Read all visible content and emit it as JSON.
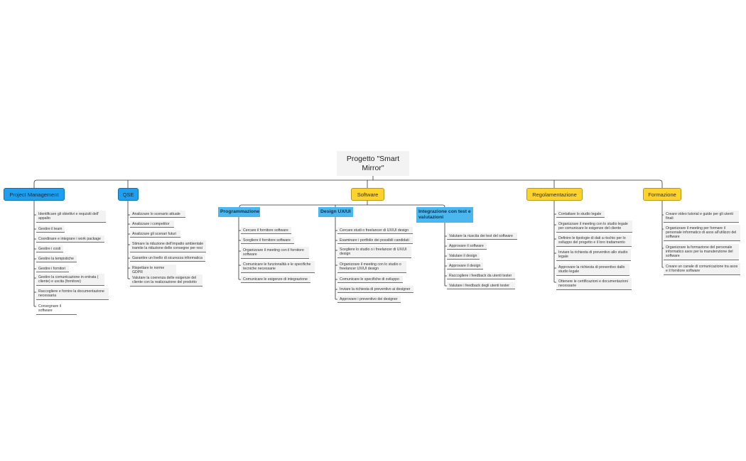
{
  "root": {
    "label": "Progetto \"Smart Mirror\""
  },
  "branches": [
    {
      "label": "Project Management",
      "color": "#1ea0ef",
      "items": [
        "Identificare gli obiettivi e requisiti dell' appalto",
        "Gestire il team",
        "Coordinare e integrare i work package",
        "Gestire i costi",
        "Gestire la tempistiche",
        "Gestire i fornitori",
        "Gestire la comunicazione in entrata ( cliente) e uscita (fornitore)",
        "Raccogliere e fornire la documentazione necessaria",
        "Consegnare il software"
      ]
    },
    {
      "label": "QSE",
      "color": "#1ea0ef",
      "items": [
        "Analizzare lo scenario attuale",
        "Analizzare i competitor",
        "Analizzare gli scenari futuri",
        "Stimare la riduzione dell'impatto ambientale tramite la riduzione delle consegne per resi",
        "Garantire un livello di sicurezza informatica",
        "Rispettare le norme GDPR",
        "Valutare la coerenza delle esigenze del cliente con la realizzazione del prodotto"
      ]
    },
    {
      "label": "Software",
      "color": "#fed42c",
      "subs": [
        {
          "label": "Programmazione",
          "items": [
            "Cercare il fornitore software",
            "Scegliere il fornitore software",
            "Organizzare il meeting con il fornitore software",
            "Comunicare le funzionalità e le specifiche tecniche necessarie",
            "Comunicare le esigenze di integrazione"
          ]
        },
        {
          "label": "Design UX/UI",
          "items": [
            "Cercare studi o freelancer di UX/UI design",
            "Esaminare i portfolio dei possibili candidati",
            "Scegliere lo studio o i freelancer di UX/UI design",
            "Organizzare il meeting con lo studio o freelancer UX/UI design",
            "Comunicare le specifiche di sviluppo",
            "Inviare la richiesta di preventivo ai designer",
            "Approvare i preventivo dei designer"
          ]
        },
        {
          "label": "Integrazione con test e valutazioni",
          "items": [
            "Valutare la riuscita dei test del software",
            "Approvare il software",
            "Valutare il design",
            "Approvare il design",
            "Raccogliere i feedback da utenti tester",
            "Valutare i feedback degli utenti tester"
          ]
        }
      ]
    },
    {
      "label": "Regolamentazione",
      "color": "#fed42c",
      "items": [
        "Contattare lo studio legale",
        "Organizzare il meeting con lo studio legale per comunicare le esigenze del cliente",
        "Definire le tipologie di dati a rischio per lo sviluppo del progetto e il loro trattamento",
        "Inviare la richiesta di preventivo allo studio legale",
        "Approvare la richiesta di preventivo dallo studio legale",
        "Ottenere le certificazioni e documentazioni necessarie"
      ]
    },
    {
      "label": "Formazione",
      "color": "#fed42c",
      "items": [
        "Creare video tutorial e guide per gli utenti finali",
        "Organizzare il meeting per formare il personale informatico di asos all'utilizzo del software",
        "Organizzare la formazione del personale informatico asos per la manutenzione del software",
        "Creare un canale di comunicazione tra asos e il fornitore software"
      ]
    }
  ]
}
